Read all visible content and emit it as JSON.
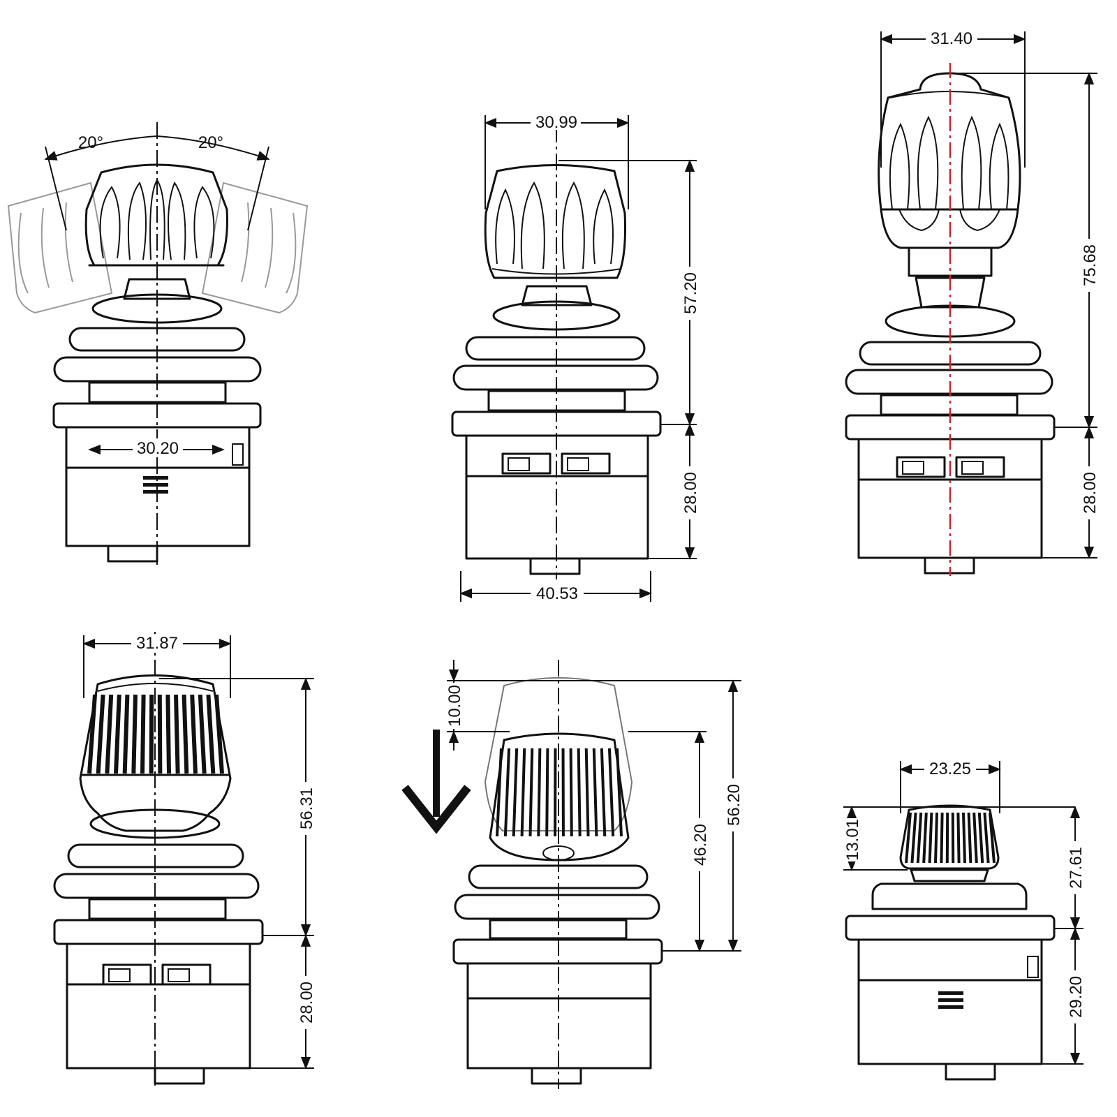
{
  "dimensions": {
    "v1_angle_left": "20°",
    "v1_angle_right": "20°",
    "v1_width": "30.20",
    "v2_knob_width": "30.99",
    "v2_height_upper": "57.20",
    "v2_height_lower": "28.00",
    "v2_base_width": "40.53",
    "v3_knob_width": "31.40",
    "v3_height_upper": "75.68",
    "v3_height_lower": "28.00",
    "v4_knob_width": "31.87",
    "v4_height_upper": "56.31",
    "v4_height_lower": "28.00",
    "v5_travel": "10.00",
    "v5_height_pressed": "46.20",
    "v5_height_upper": "56.20",
    "v6_knob_width": "23.25",
    "v6_knob_height": "13.01",
    "v6_height_upper": "27.61",
    "v6_height_lower": "29.20"
  },
  "colors": {
    "line": "#111111",
    "centerline_accent": "#d1202a",
    "background": "#ffffff"
  }
}
